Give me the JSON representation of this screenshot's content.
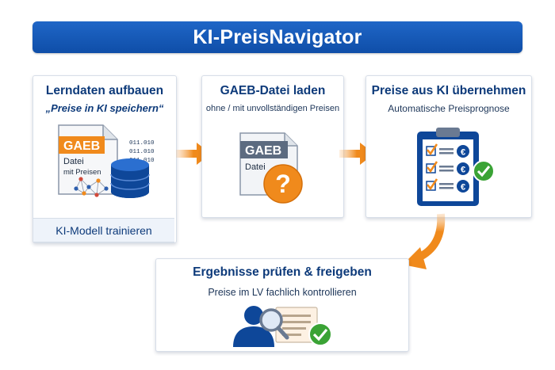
{
  "banner": {
    "title": "KI-PreisNavigator"
  },
  "step1": {
    "title": "Lerndaten aufbauen",
    "subtitle": "„Preise in KI speichern“",
    "doc_tag": "GAEB",
    "doc_line1": "Datei",
    "doc_line2": "mit Preisen",
    "binary": [
      "011.010",
      "011.010",
      "011.010"
    ],
    "footer": "KI-Modell trainieren"
  },
  "step2": {
    "title": "GAEB-Datei laden",
    "subtitle": "ohne / mit unvollständigen Preisen",
    "doc_tag": "GAEB",
    "doc_line1": "Datei",
    "question": "?"
  },
  "step3": {
    "title": "Preise aus KI übernehmen",
    "subtitle": "Automatische Preisprognose",
    "currency": "€"
  },
  "step4": {
    "title": "Ergebnisse prüfen & freigeben",
    "subtitle": "Preise im LV fachlich kontrollieren"
  },
  "colors": {
    "banner": "#1559b8",
    "accent_orange": "#f08a1c",
    "title_blue": "#0d3a7a",
    "check_green": "#3aa335"
  },
  "icons": [
    "arrow-right-icon",
    "arrow-curved-icon",
    "document-icon",
    "database-icon",
    "neural-network-icon",
    "question-icon",
    "clipboard-checklist-icon",
    "check-circle-icon",
    "reviewer-magnifier-icon"
  ]
}
